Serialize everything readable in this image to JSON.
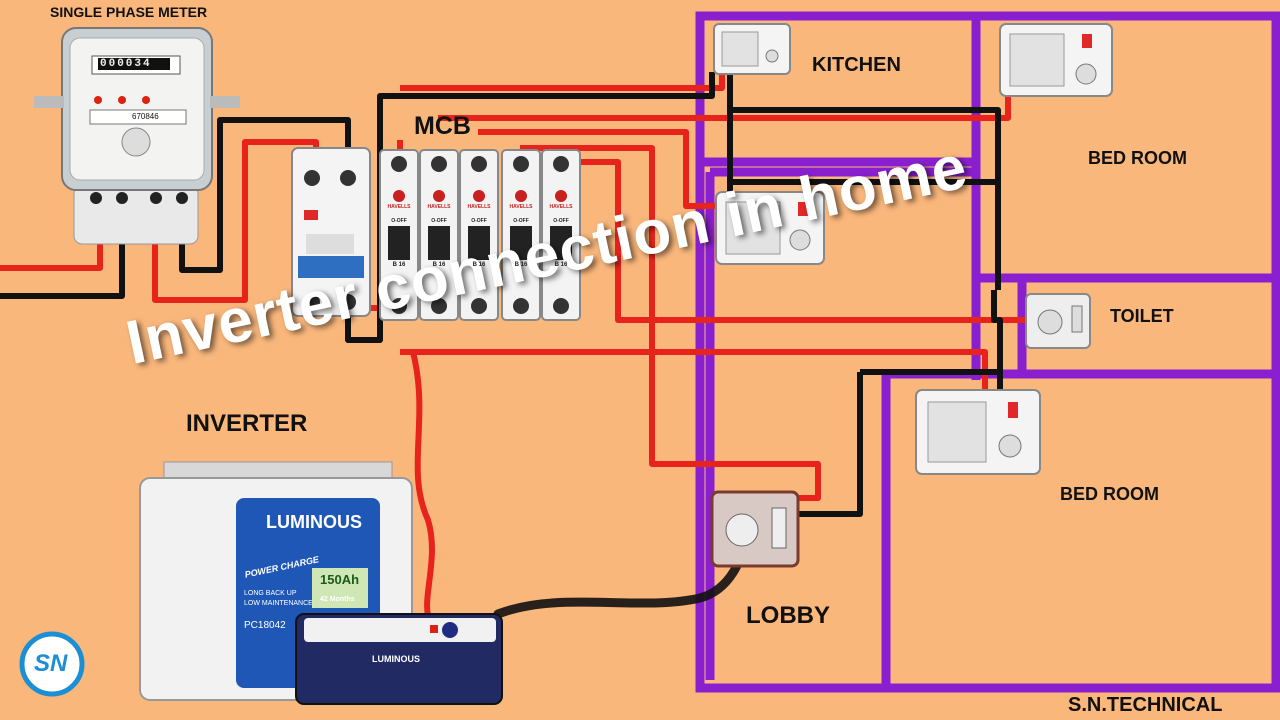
{
  "headline": "Inverter connection in home",
  "labels": {
    "meter": "SINGLE PHASE METER",
    "mcb": "MCB",
    "inverter": "INVERTER",
    "kitchen": "KITCHEN",
    "bedroom_top": "BED ROOM",
    "toilet": "TOILET",
    "bedroom_bottom": "BED ROOM",
    "lobby": "LOBBY",
    "credit": "S.N.TECHNICAL"
  },
  "meter_readout": "000034",
  "meter_serial": "670846",
  "breaker_brand": "HAVELLS",
  "breaker_state": "O-OFF",
  "breaker_rating": "B 16",
  "battery": {
    "brand": "LUMINOUS",
    "series": "POWER CHARGE",
    "capacity": "150Ah",
    "model": "PC18042",
    "warranty": "42 Months",
    "lines": [
      "LONG BACK UP",
      "LOW MAINTENANCE"
    ]
  },
  "ups_brand": "LUMINOUS",
  "logo_text": "SN",
  "colors": {
    "background": "#f9b77c",
    "room_wall": "#8a1fd0",
    "live_wire": "#e8231c",
    "neutral_wire": "#111111"
  }
}
